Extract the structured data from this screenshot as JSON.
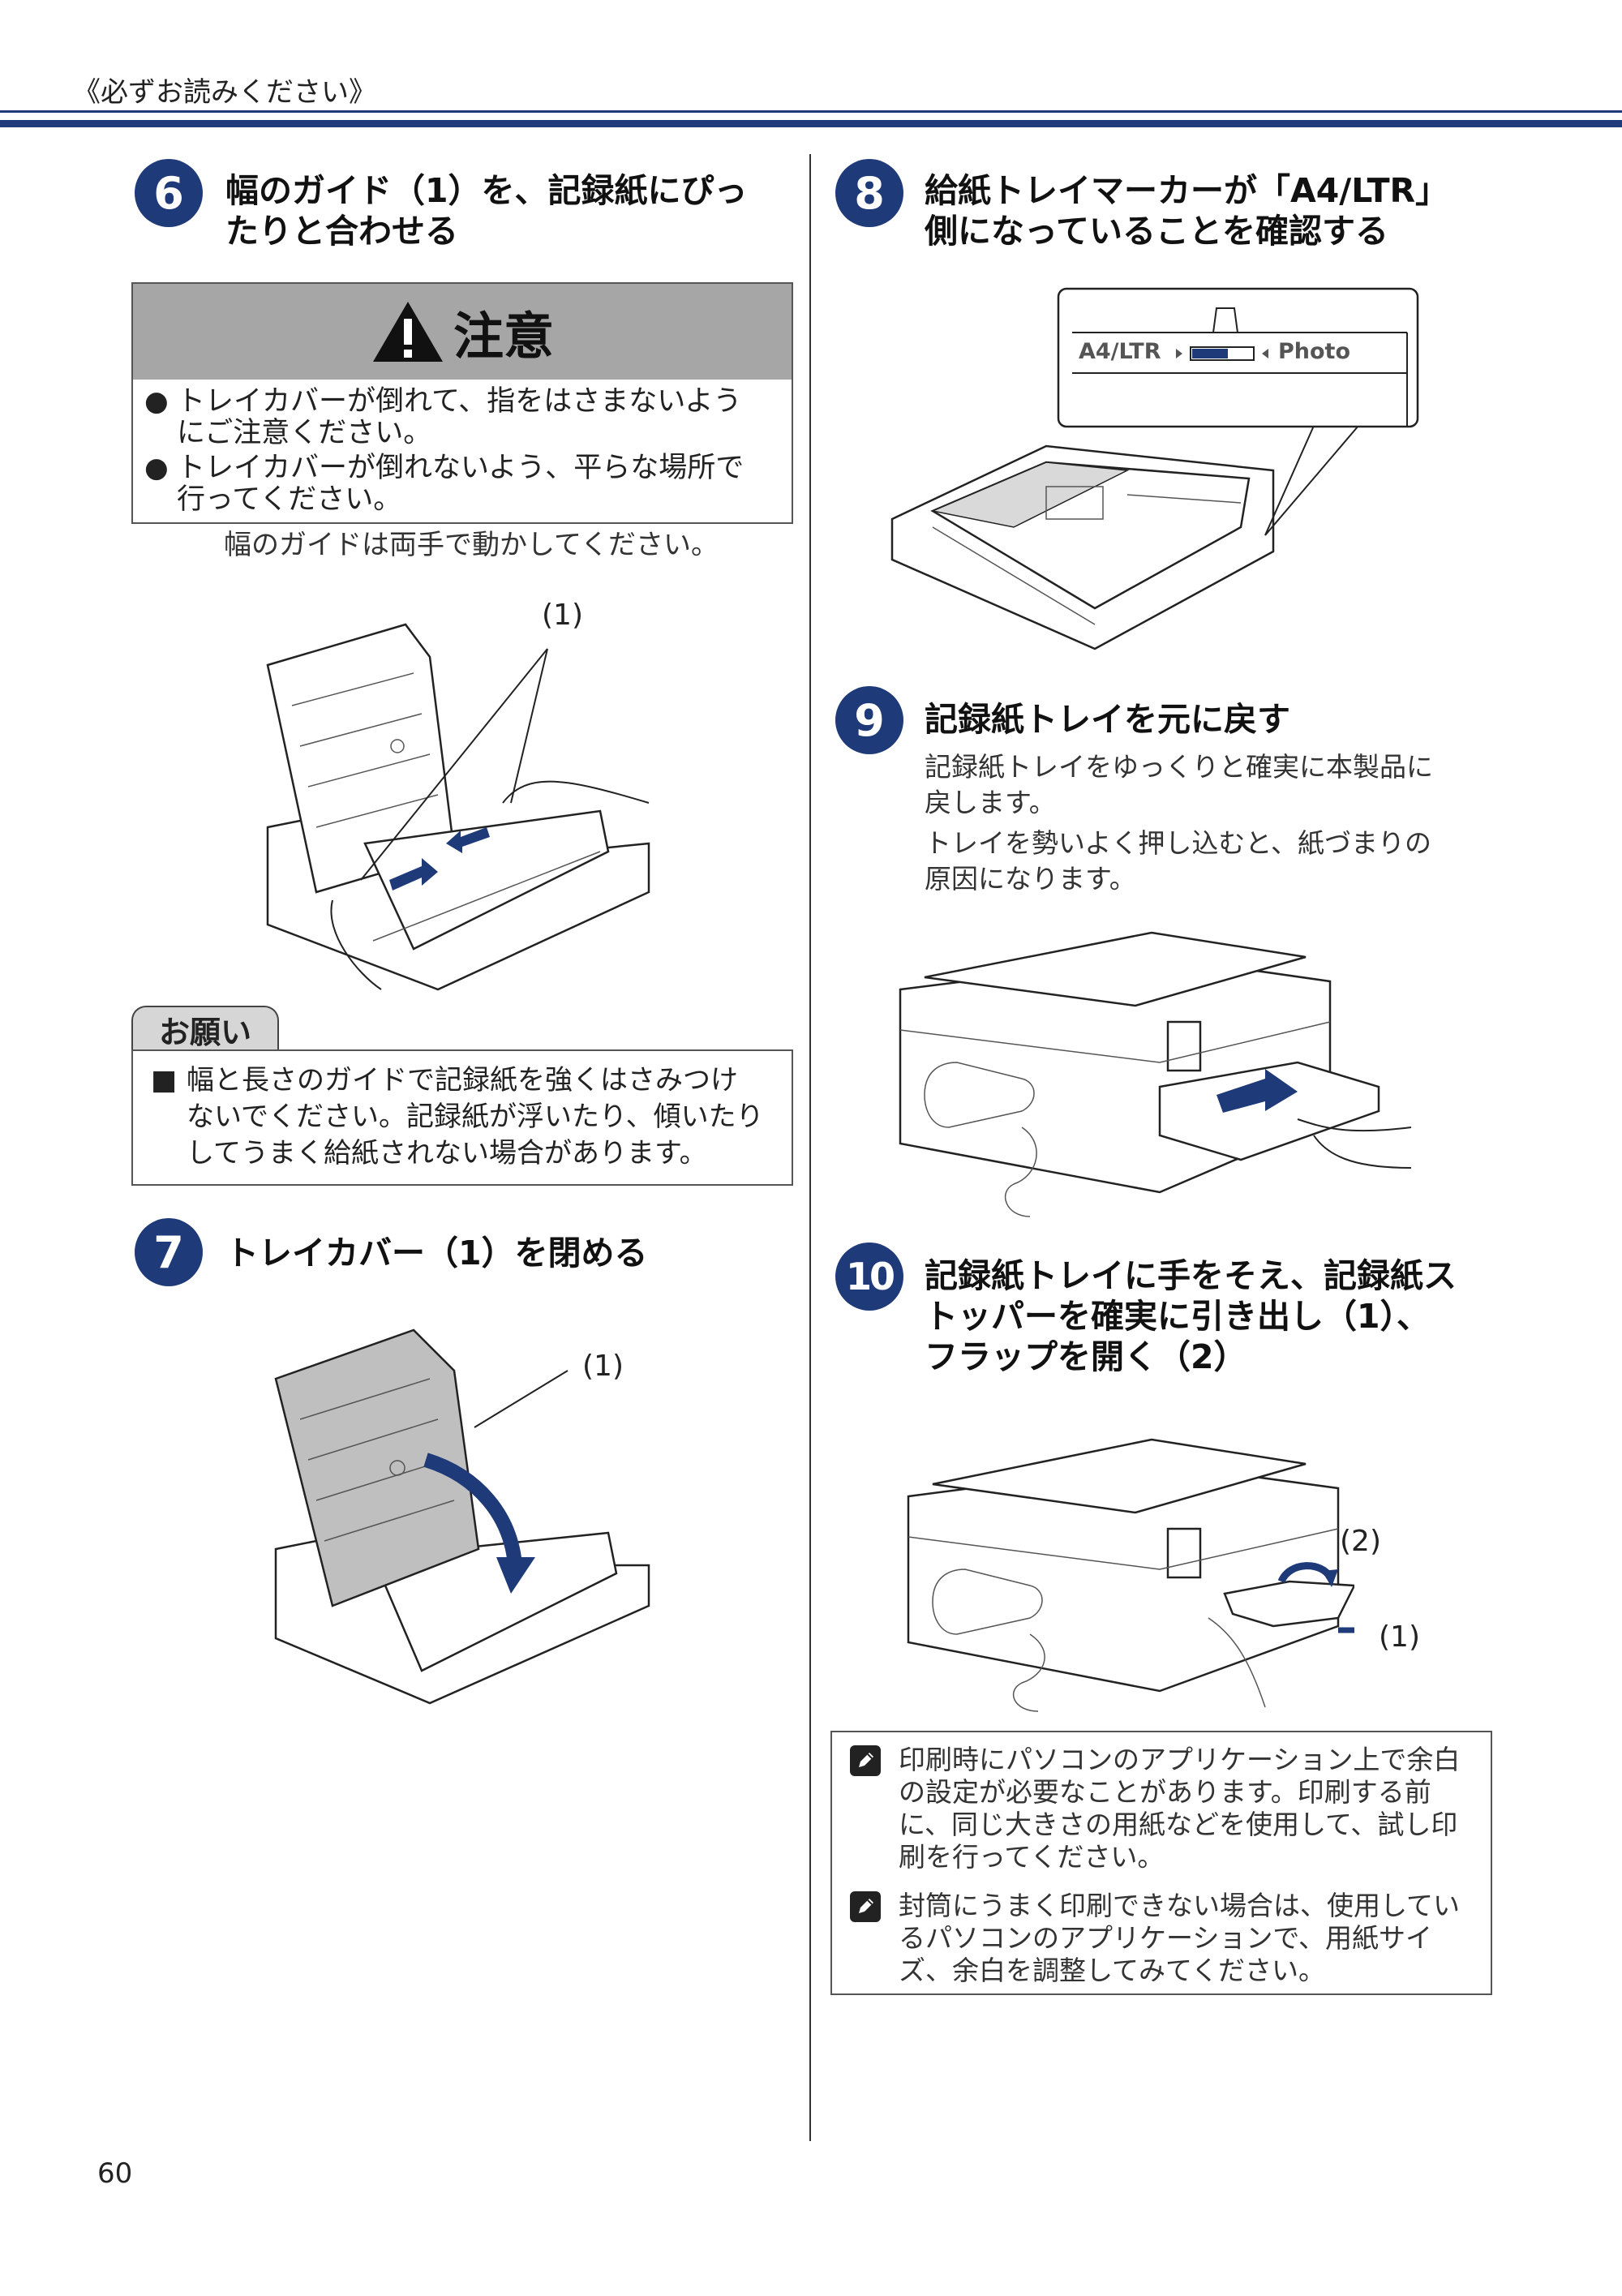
{
  "header": {
    "title": "《必ずお読みください》"
  },
  "page_number": "60",
  "steps": {
    "s6": {
      "num": "6",
      "title_line1": "幅のガイド（1）を、記録紙にぴっ",
      "title_line2": "たりと合わせる"
    },
    "s7": {
      "num": "7",
      "title": "トレイカバー（1）を閉める"
    },
    "s8": {
      "num": "8",
      "title_line1": "給紙トレイマーカーが「A4/LTR」",
      "title_line2": "側になっていることを確認する"
    },
    "s9": {
      "num": "9",
      "title": "記録紙トレイを元に戻す",
      "body1_line1": "記録紙トレイをゆっくりと確実に本製品に",
      "body1_line2": "戻します。",
      "body2_line1": "トレイを勢いよく押し込むと、紙づまりの",
      "body2_line2": "原因になります。"
    },
    "s10": {
      "num": "10",
      "title_line1": "記録紙トレイに手をそえ、記録紙ス",
      "title_line2": "トッパーを確実に引き出し（1）、",
      "title_line3": "フラップを開く（2）"
    }
  },
  "caution": {
    "title": "注意",
    "item1_line1": "トレイカバーが倒れて、指をはさまないよう",
    "item1_line2": "にご注意ください。",
    "item2_line1": "トレイカバーが倒れないよう、平らな場所で",
    "item2_line2": "行ってください。",
    "bullet": "●"
  },
  "caution_note": "幅のガイドは両手で動かしてください。",
  "request": {
    "tab": "お願い",
    "bullet": "■",
    "line1": "幅と長さのガイドで記録紙を強くはさみつけ",
    "line2": "ないでください。記録紙が浮いたり、傾いたり",
    "line3": "してうまく給紙されない場合があります。"
  },
  "figures": {
    "fig6_label": "(1)",
    "fig7_label": "(1)",
    "fig8_marker_left": "A4/LTR",
    "fig8_marker_right": "Photo",
    "fig10_label2": "(2)",
    "fig10_label1": "(1)"
  },
  "notes": {
    "n1_line1": "印刷時にパソコンのアプリケーション上で余白",
    "n1_line2": "の設定が必要なことがあります。印刷する前",
    "n1_line3": "に、同じ大きさの用紙などを使用して、試し印",
    "n1_line4": "刷を行ってください。",
    "n2_line1": "封筒にうまく印刷できない場合は、使用してい",
    "n2_line2": "るパソコンのアプリケーションで、用紙サイ",
    "n2_line3": "ズ、余白を調整してみてください。"
  },
  "colors": {
    "accent": "#1f3a78",
    "caution_header": "#a6a6a6",
    "request_tab": "#d6d6d6"
  }
}
